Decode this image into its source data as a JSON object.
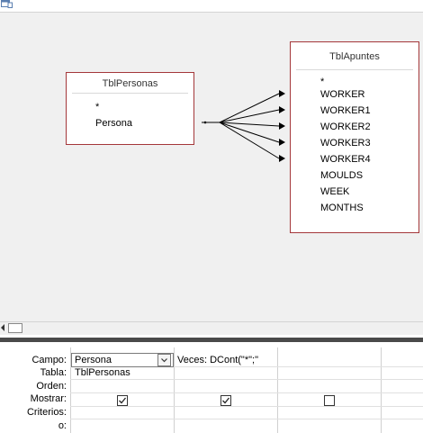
{
  "tables": {
    "personas": {
      "title": "TblPersonas",
      "star": "*",
      "fields": [
        "Persona"
      ]
    },
    "apuntes": {
      "title": "TblApuntes",
      "star": "*",
      "fields": [
        "WORKER",
        "WORKER1",
        "WORKER2",
        "WORKER3",
        "WORKER4",
        "MOULDS",
        "WEEK",
        "MONTHS"
      ]
    }
  },
  "grid": {
    "row_labels": {
      "campo": "Campo:",
      "tabla": "Tabla:",
      "orden": "Orden:",
      "mostrar": "Mostrar:",
      "criterios": "Criterios:",
      "o": "o:"
    },
    "columns": [
      {
        "campo": "Persona",
        "tabla": "TblPersonas",
        "mostrar": true
      },
      {
        "campo": "Veces: DCont(\"*\";\"",
        "tabla": "",
        "mostrar": true
      },
      {
        "campo": "",
        "tabla": "",
        "mostrar": false
      }
    ]
  }
}
